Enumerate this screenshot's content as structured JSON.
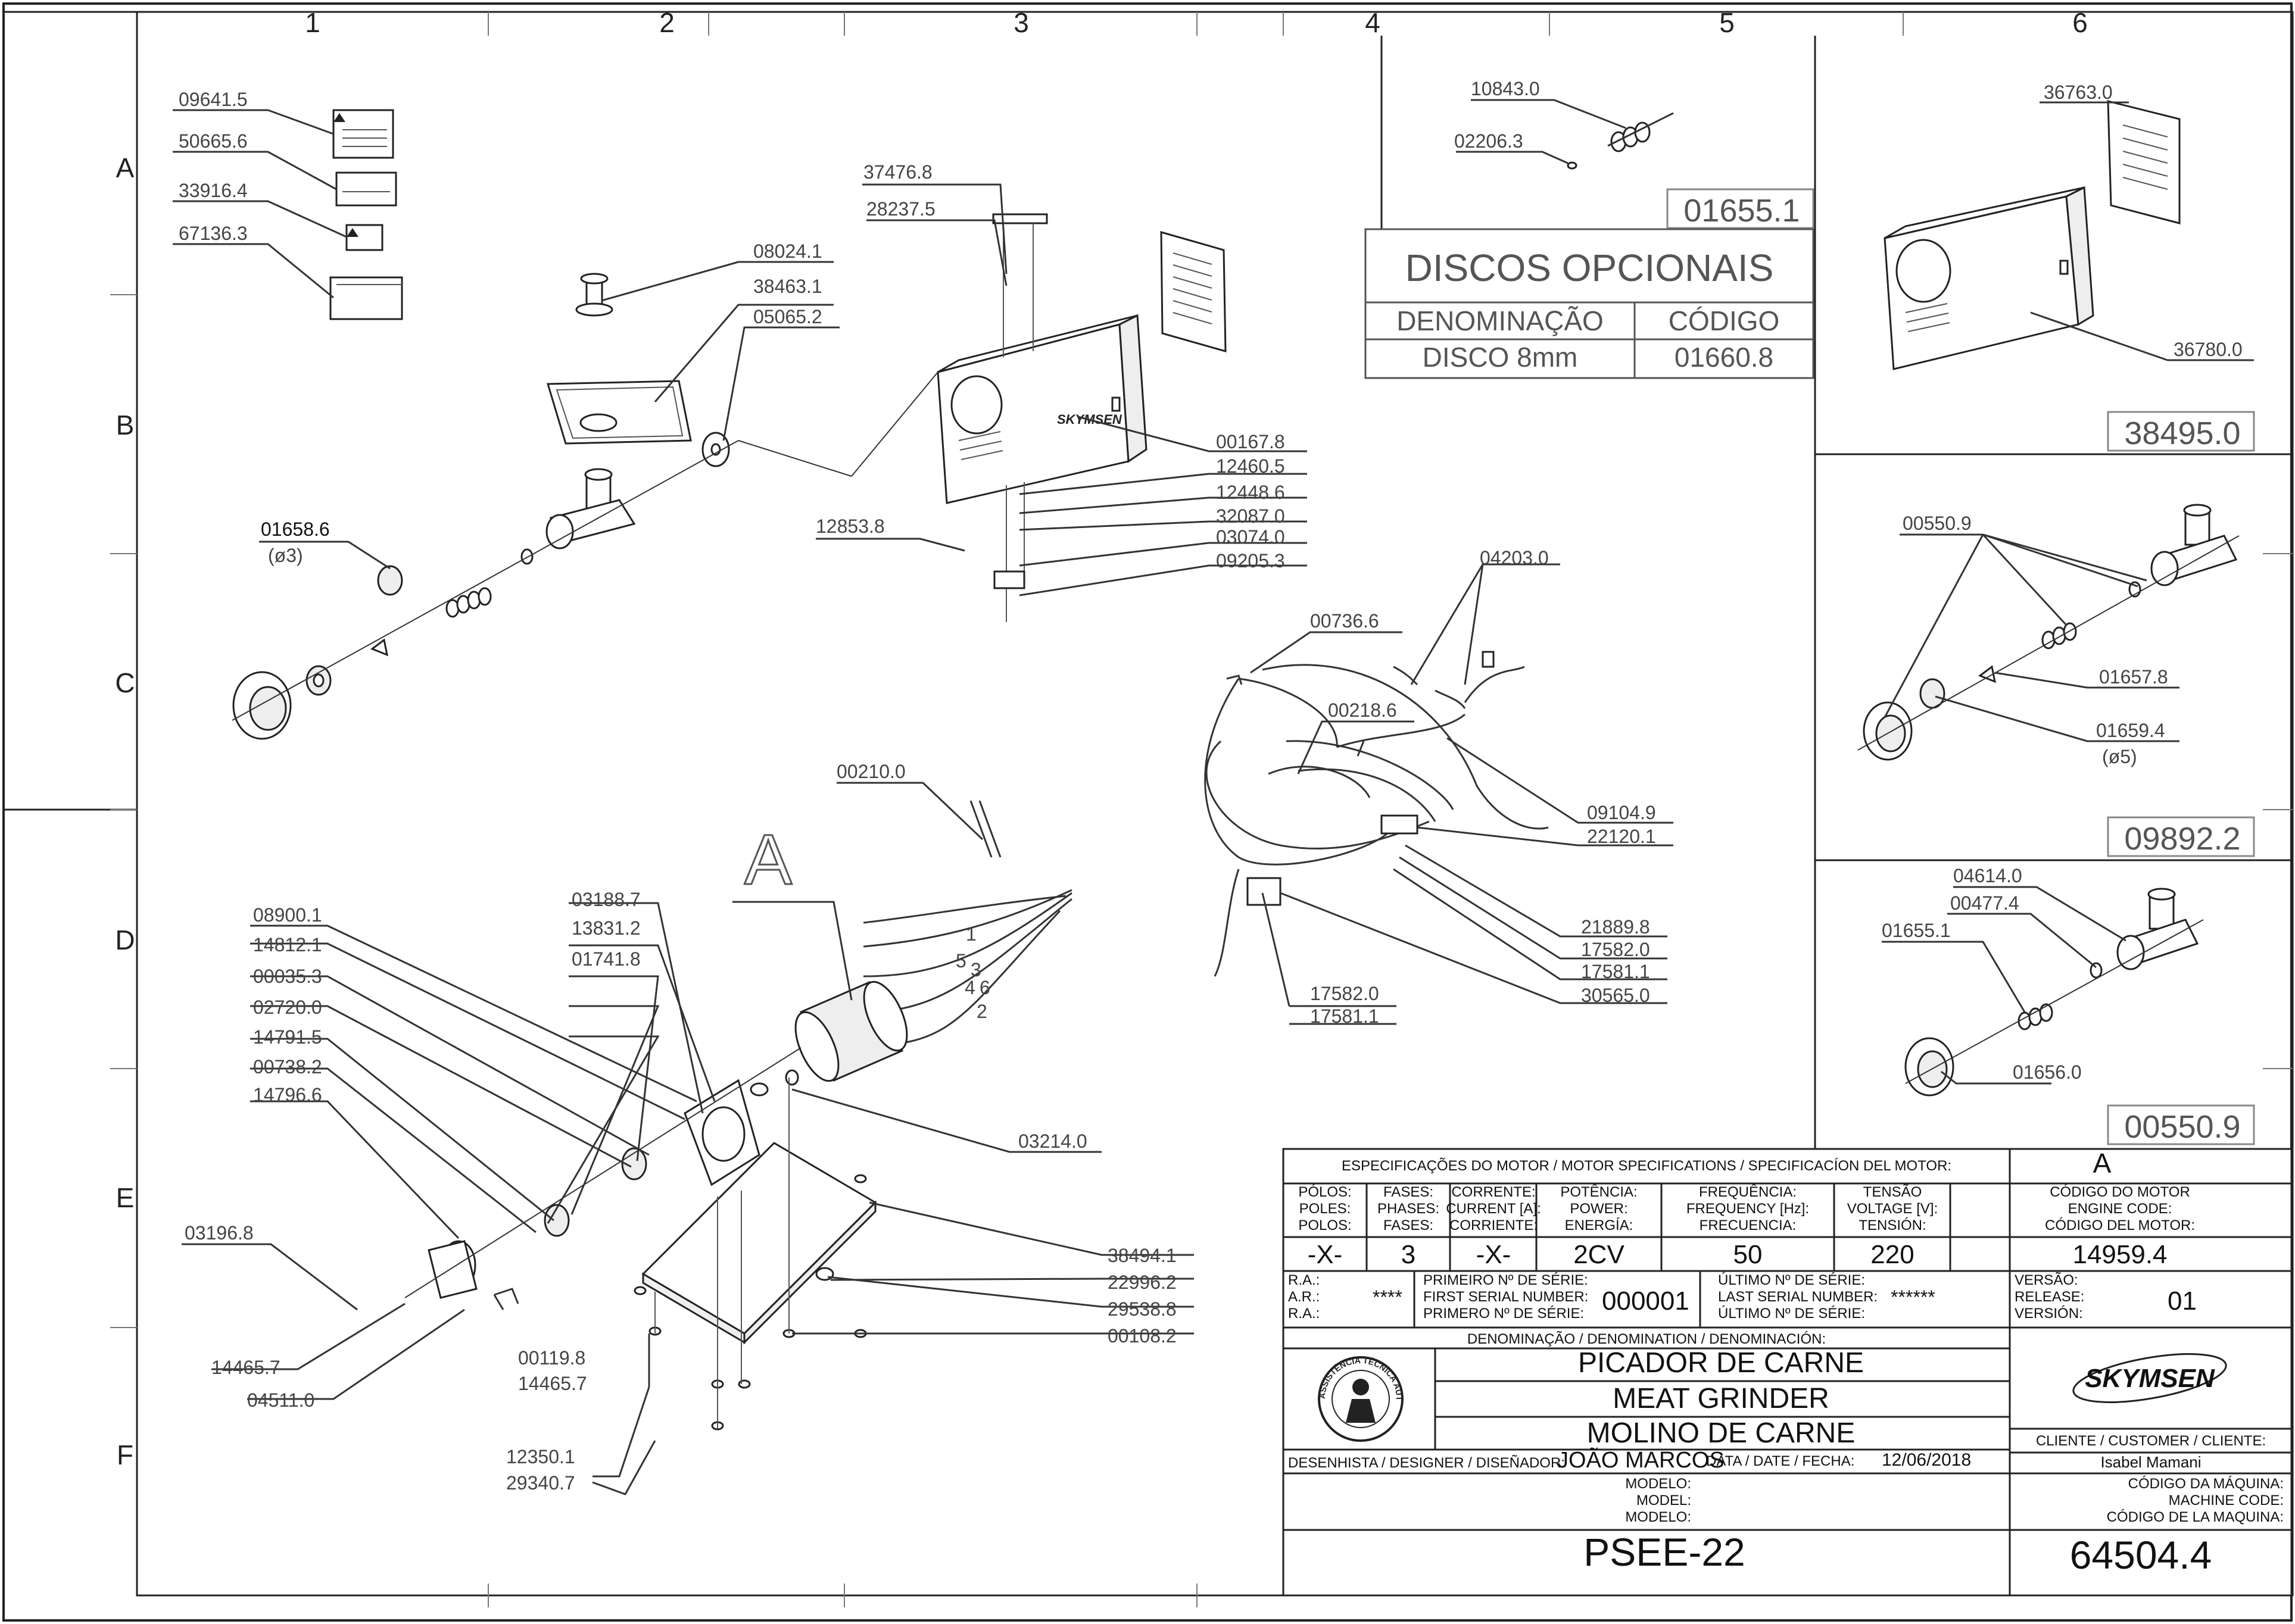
{
  "grid": {
    "columns": [
      "1",
      "2",
      "3",
      "4",
      "5",
      "6"
    ],
    "rows": [
      "A",
      "B",
      "C",
      "D",
      "E",
      "F"
    ]
  },
  "labels_pt1": {
    "d09641": "09641.5",
    "d50665": "50665.6",
    "d33916": "33916.4",
    "d67136": "67136.3",
    "d08024": "08024.1",
    "d38463": "38463.1",
    "d05065": "05065.2",
    "d37476": "37476.8",
    "d28237": "28237.5",
    "d01658": "01658.6",
    "d01658sub": "(ø3)",
    "d00167": "00167.8",
    "d12460": "12460.5",
    "d12448": "12448.6",
    "d32087": "32087.0",
    "d03074": "03074.0",
    "d09205": "09205.3",
    "d12853": "12853.8",
    "d04203": "04203.0",
    "d00736": "00736.6",
    "d00218": "00218.6",
    "d00210": "00210.0",
    "d09104": "09104.9",
    "d22120": "22120.1",
    "d21889": "21889.8",
    "d17582b": "17582.0",
    "d17581b": "17581.1",
    "d30565": "30565.0",
    "d17582": "17582.0",
    "d17581": "17581.1"
  },
  "labels_pt2": {
    "d03188": "03188.7",
    "d13831": "13831.2",
    "d01741": "01741.8",
    "d03214": "03214.0",
    "d08900": "08900.1",
    "d14812": "14812.1",
    "d00035": "00035.3",
    "d02720": "02720.0",
    "d14791": "14791.5",
    "d00738": "00738.2",
    "d14796": "14796.6",
    "d03196": "03196.8",
    "d14465a": "14465.7",
    "d04511": "04511.0",
    "d00119": "00119.8",
    "d14465b": "14465.7",
    "d12350": "12350.1",
    "d29340": "29340.7",
    "d38494": "38494.1",
    "d22996": "22996.2",
    "d29538": "29538.8",
    "d00108": "00108.2",
    "motor_wires": [
      "1",
      "5",
      "3",
      "4",
      "6",
      "2"
    ],
    "ref_A": "A"
  },
  "top_right": {
    "d10843": "10843.0",
    "d02206": "02206.3",
    "kit1": "01655.1",
    "discos_title": "DISCOS  OPCIONAIS",
    "col_den": "DENOMINAÇÃO",
    "col_cod": "CÓDIGO",
    "disco_name": "DISCO  8mm",
    "disco_code": "01660.8",
    "d36763": "36763.0",
    "d36780": "36780.0",
    "kit2": "38495.0",
    "d00550": "00550.9",
    "d01657": "01657.8",
    "d01659": "01659.4",
    "d01659sub": "(ø5)",
    "kit3": "09892.2",
    "d04614": "04614.0",
    "d00477": "00477.4",
    "d01655": "01655.1",
    "d01656": "01656.0",
    "kit4": "00550.9"
  },
  "title_block": {
    "spec_header": "ESPECIFICAÇÕES DO MOTOR / MOTOR SPECIFICATIONS / SPECIFICACÍON DEL MOTOR:",
    "motor_ref": "A",
    "h_polos": [
      "PÓLOS:",
      "POLES:",
      "POLOS:"
    ],
    "h_fases": [
      "FASES:",
      "PHASES:",
      "FASES:"
    ],
    "h_corrente": [
      "CORRENTE:",
      "CURRENT [A]:",
      "CORRIENTE:"
    ],
    "h_potencia": [
      "POTÊNCIA:",
      "POWER:",
      "ENERGÍA:"
    ],
    "h_freq": [
      "FREQUÊNCIA:",
      "FREQUENCY [Hz]:",
      "FRECUENCIA:"
    ],
    "h_tensao": [
      "TENSÃO",
      "VOLTAGE [V]:",
      "TENSIÓN:"
    ],
    "h_codigo": [
      "CÓDIGO DO MOTOR",
      "ENGINE CODE:",
      "CÓDIGO DEL MOTOR:"
    ],
    "v_polos": "-X-",
    "v_fases": "3",
    "v_corrente": "-X-",
    "v_potencia": "2CV",
    "v_freq": "50",
    "v_tensao": "220",
    "v_codigo": "14959.4",
    "ra": [
      "R.A.:",
      "A.R.:",
      "R.A.:"
    ],
    "ra_val": "****",
    "first_serial": [
      "PRIMEIRO Nº DE SÉRIE:",
      "FIRST SERIAL NUMBER:",
      "PRIMERO Nº DE SÉRIE:"
    ],
    "first_val": "000001",
    "last_serial": [
      "ÚLTIMO Nº DE SÉRIE:",
      "LAST SERIAL NUMBER:",
      "ÚLTIMO Nº DE SÉRIE:"
    ],
    "last_val": "******",
    "versao": [
      "VERSÃO:",
      "RELEASE:",
      "VERSIÓN:"
    ],
    "versao_val": "01",
    "denominacao": "DENOMINAÇÃO / DENOMINATION / DENOMINACIÓN:",
    "name_pt": "PICADOR DE CARNE",
    "name_en": "MEAT GRINDER",
    "name_es": "MOLINO DE CARNE",
    "brand": "SKYMSEN",
    "seal_text": "ASSISTÊNCIA TÉCNICA AUTORIZADA",
    "cliente": "CLIENTE / CUSTOMER / CLIENTE:",
    "cliente_val": "Isabel Mamani",
    "designer": "DESENHISTA / DESIGNER / DISEÑADOR:",
    "designer_val": "JOÃO MARCOS",
    "data": "DATA / DATE / FECHA:",
    "data_val": "12/06/2018",
    "modelo": [
      "MODELO:",
      "MODEL:",
      "MODELO:"
    ],
    "modelo_val": "PSEE-22",
    "cod_maquina": [
      "CÓDIGO DA MÁQUINA:",
      "MACHINE CODE:",
      "CÓDIGO DE LA MAQUINA:"
    ],
    "cod_maquina_val": "64504.4"
  }
}
